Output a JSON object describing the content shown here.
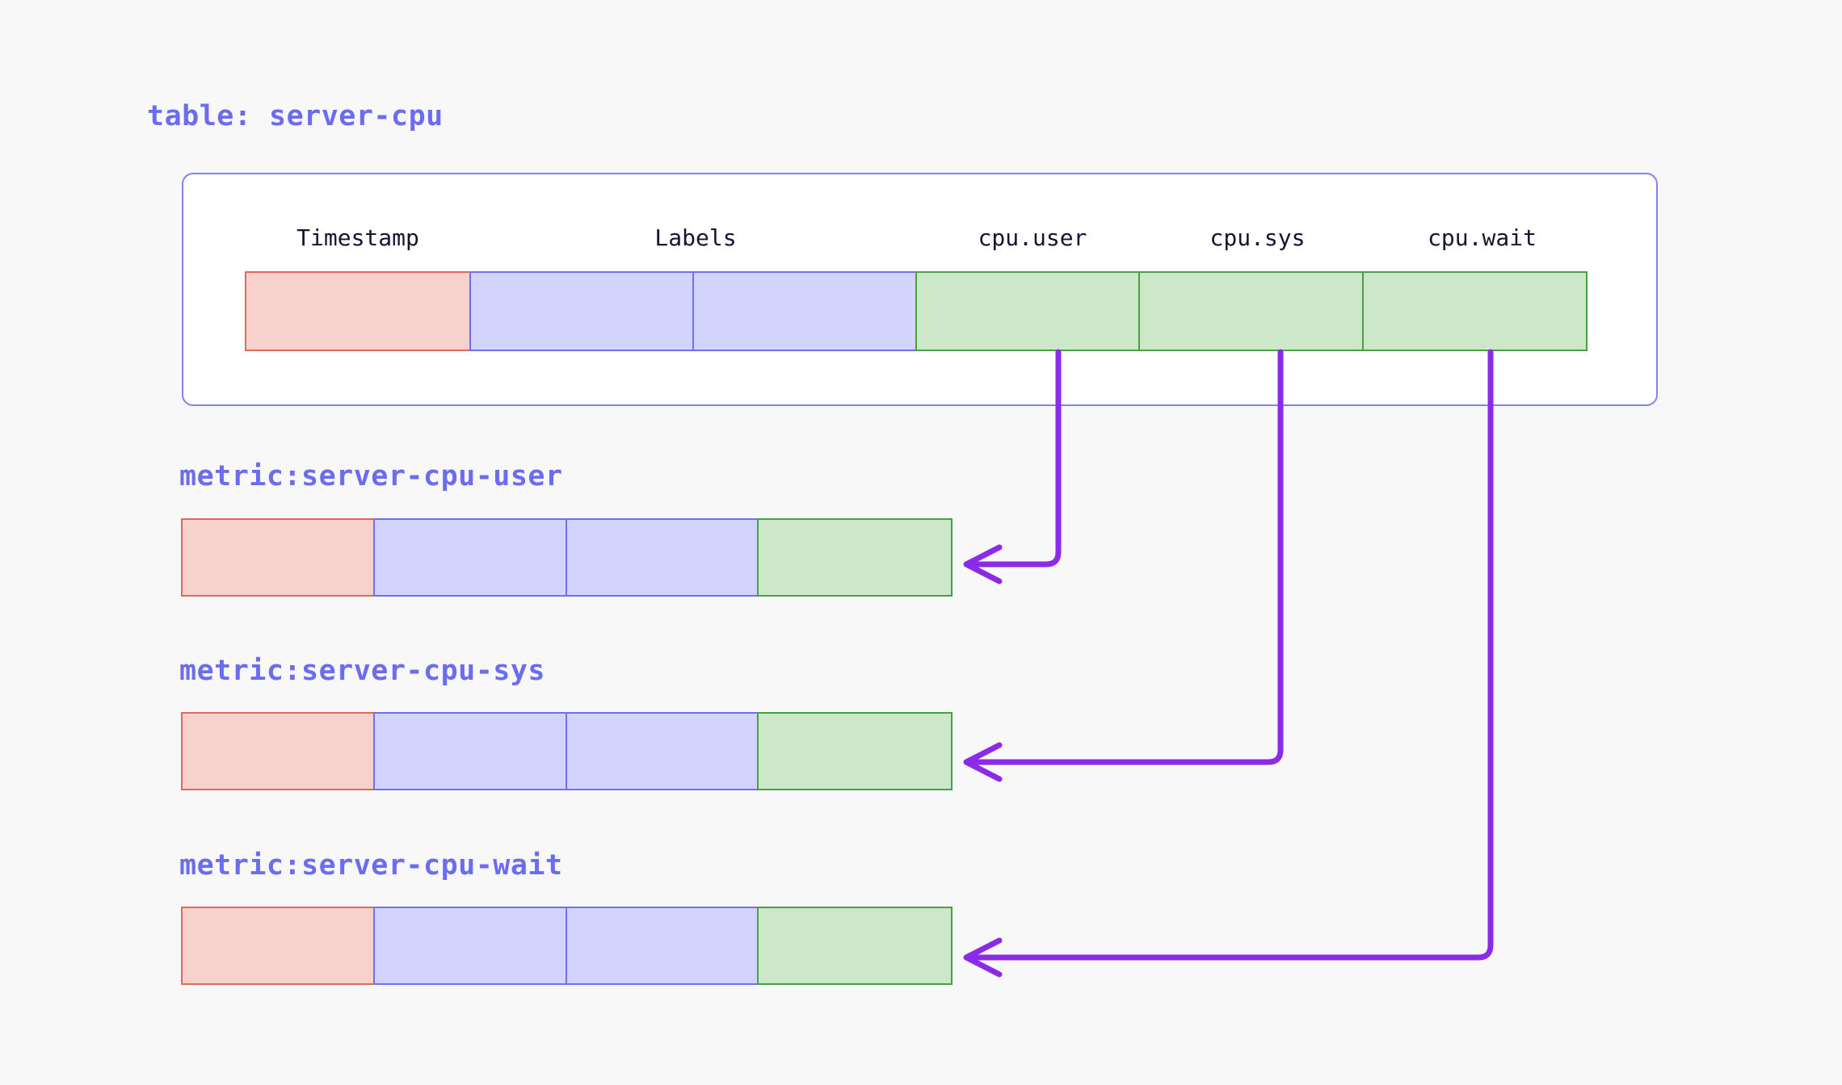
{
  "page": {
    "background_color": "#f8f8f8",
    "accent_color": "#6c6cf0",
    "arrow_color": "#8b2be8"
  },
  "table": {
    "title": "table: server-cpu",
    "columns": [
      {
        "label": "Timestamp",
        "kind": "timestamp"
      },
      {
        "label": "Labels",
        "kind": "label"
      },
      {
        "label": "",
        "kind": "label"
      },
      {
        "label": "cpu.user",
        "kind": "value"
      },
      {
        "label": "cpu.sys",
        "kind": "value"
      },
      {
        "label": "cpu.wait",
        "kind": "value"
      }
    ],
    "row_cells": [
      {
        "kind": "timestamp"
      },
      {
        "kind": "label"
      },
      {
        "kind": "label"
      },
      {
        "kind": "value"
      },
      {
        "kind": "value"
      },
      {
        "kind": "value"
      }
    ]
  },
  "metrics": [
    {
      "title": "metric:server-cpu-user",
      "source_column": "cpu.user",
      "cells": [
        {
          "kind": "timestamp"
        },
        {
          "kind": "label"
        },
        {
          "kind": "label"
        },
        {
          "kind": "value"
        }
      ]
    },
    {
      "title": "metric:server-cpu-sys",
      "source_column": "cpu.sys",
      "cells": [
        {
          "kind": "timestamp"
        },
        {
          "kind": "label"
        },
        {
          "kind": "label"
        },
        {
          "kind": "value"
        }
      ]
    },
    {
      "title": "metric:server-cpu-wait",
      "source_column": "cpu.wait",
      "cells": [
        {
          "kind": "timestamp"
        },
        {
          "kind": "label"
        },
        {
          "kind": "label"
        },
        {
          "kind": "value"
        }
      ]
    }
  ],
  "connectors": [
    {
      "from": "cpu.user",
      "to": "metric:server-cpu-user"
    },
    {
      "from": "cpu.sys",
      "to": "metric:server-cpu-sys"
    },
    {
      "from": "cpu.wait",
      "to": "metric:server-cpu-wait"
    }
  ]
}
